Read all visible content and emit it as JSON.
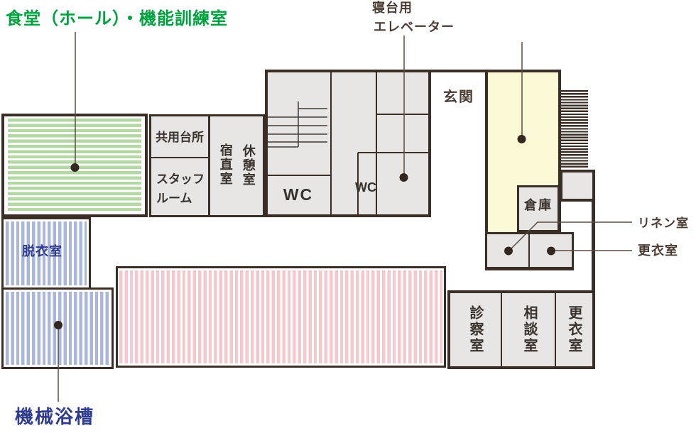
{
  "colors": {
    "wall": "#3a2e26",
    "room_fill": "#e7e6e5",
    "hall_fill": "#fcfad6",
    "dining_stripe": "#b3d8a3",
    "bath_stripe": "#aab7dd",
    "corridor_stripe": "#f5c8cd",
    "dining_label_green": "#00a140",
    "bath_label_navy": "#2e3b8e",
    "annotation_brown": "#4a3c33"
  },
  "areas": {
    "dining_hall": {
      "label": "食堂（ホール）・機能訓練室"
    },
    "bed_elevator": {
      "label_line1": "寝台用",
      "label_line2": "エレベーター"
    },
    "entrance": {
      "label": "玄関"
    },
    "shared_kitchen": {
      "label": "共用台所"
    },
    "staff_room": {
      "label_line1": "スタッフ",
      "label_line2": "ルーム"
    },
    "night_duty_room": {
      "label": "宿直室"
    },
    "break_room": {
      "label": "休憩室"
    },
    "wc_main": {
      "label": "WC"
    },
    "wc_sub": {
      "label": "WC"
    },
    "storage": {
      "label": "倉庫"
    },
    "linen_room": {
      "label": "リネン室"
    },
    "changing_room_upper": {
      "label": "更衣室"
    },
    "undressing_room": {
      "label": "脱衣室"
    },
    "machine_bath": {
      "label": "機械浴槽"
    },
    "examination_room": {
      "label": "診察室"
    },
    "consultation_room": {
      "label": "相談室"
    },
    "changing_room_lower": {
      "label": "更衣室"
    }
  }
}
